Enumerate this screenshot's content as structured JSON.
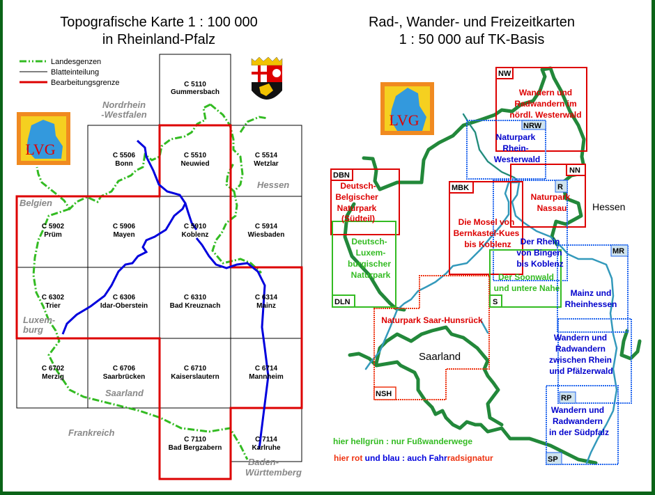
{
  "left": {
    "title_line1": "Topografische Karte 1 : 100 000",
    "title_line2": "in Rheinland-Pfalz",
    "legend": [
      {
        "label": "Landesgenzen",
        "color": "#33bb22"
      },
      {
        "label": "Blatteinteilung",
        "color": "#000000"
      },
      {
        "label": "Bearbeitungsgrenze",
        "color": "#dd0000"
      }
    ],
    "sheets": [
      {
        "code": "C 5110",
        "name": "Gummersbach"
      },
      {
        "code": "C 5506",
        "name": "Bonn"
      },
      {
        "code": "C 5510",
        "name": "Neuwied"
      },
      {
        "code": "C 5514",
        "name": "Wetzlar"
      },
      {
        "code": "C 5902",
        "name": "Prüm"
      },
      {
        "code": "C 5906",
        "name": "Mayen"
      },
      {
        "code": "C 5910",
        "name": "Koblenz"
      },
      {
        "code": "C 5914",
        "name": "Wiesbaden"
      },
      {
        "code": "C 6302",
        "name": "Trier"
      },
      {
        "code": "C 6306",
        "name": "Idar-Oberstein"
      },
      {
        "code": "C 6310",
        "name": "Bad Kreuznach"
      },
      {
        "code": "C 6314",
        "name": "Mainz"
      },
      {
        "code": "C 6702",
        "name": "Merzig"
      },
      {
        "code": "C 6706",
        "name": "Saarbrücken"
      },
      {
        "code": "C 6710",
        "name": "Kaiserslautern"
      },
      {
        "code": "C 6714",
        "name": "Mannheim"
      },
      {
        "code": "C 7110",
        "name": "Bad Bergzabern"
      },
      {
        "code": "C 7114",
        "name": "Karlruhe"
      }
    ],
    "regions": {
      "nrw1": "Nordrhein",
      "nrw2": "-Westfalen",
      "hessen": "Hessen",
      "belgien": "Belgien",
      "lux1": "Luxem-",
      "lux2": "burg",
      "saarland": "Saarland",
      "frankreich": "Frankreich",
      "bw1": "Baden-",
      "bw2": "Württemberg"
    },
    "logo_text": "LVG"
  },
  "right": {
    "title_line1": "Rad-, Wander- und Freizeitkarten",
    "title_line2": "1 : 50 000 auf TK-Basis",
    "maps": [
      {
        "code": "NW",
        "lines": [
          "Wandern und",
          "Radwandern im",
          "nördl. Westerwald"
        ],
        "color": "#dd0000"
      },
      {
        "code": "NRW",
        "lines": [
          "Naturpark",
          "Rhein-",
          "Westerwald"
        ],
        "color": "#0000cc"
      },
      {
        "code": "NN",
        "lines": [
          "Naturpark",
          "Nassau"
        ],
        "color": "#dd0000"
      },
      {
        "code": "R",
        "lines": [
          "Der Rhein",
          "von Bingen",
          "bis Koblenz"
        ],
        "color": "#0000cc"
      },
      {
        "code": "MBK",
        "lines": [
          "Die Mosel von",
          "Bernkastel-Kues",
          "bis Koblenz"
        ],
        "color": "#dd0000"
      },
      {
        "code": "DBN",
        "lines": [
          "Deutsch-",
          "Belgischer",
          "Naturpark",
          "(Südteil)"
        ],
        "color": "#dd0000"
      },
      {
        "code": "DLN",
        "lines": [
          "Deutsch-",
          "Luxem-",
          "burgischer",
          "Naturpark"
        ],
        "color": "#33bb22"
      },
      {
        "code": "S",
        "lines": [
          "Der Soonwald",
          "und untere Nahe"
        ],
        "color": "#33bb22"
      },
      {
        "code": "MR",
        "lines": [
          "Mainz und",
          "Rheinhessen"
        ],
        "color": "#0000cc"
      },
      {
        "code": "NSH",
        "lines": [
          "Naturpark Saar-Hunsrück"
        ],
        "color": "#dd0000"
      },
      {
        "code": "RP",
        "lines": [
          "Wandern und",
          "Radwandern",
          "zwischen Rhein",
          "und Pfälzerwald"
        ],
        "color": "#0000cc"
      },
      {
        "code": "SP",
        "lines": [
          "Wandern und",
          "Radwandern",
          "in der Südpfalz"
        ],
        "color": "#0000cc"
      }
    ],
    "hessen": "Hessen",
    "saarland": "Saarland",
    "note1": "hier hellgrün : nur Fußwanderwege",
    "note2_a": "hier rot",
    "note2_b": " und blau : auch Fahr",
    "note2_c": "radsignatur",
    "logo_text": "LVG"
  }
}
